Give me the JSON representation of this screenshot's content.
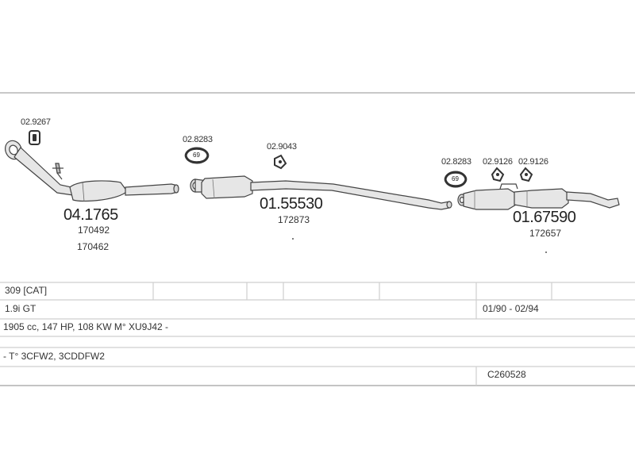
{
  "parts": {
    "catalytic_converter": {
      "number": "04.1765",
      "refs": [
        "170492",
        "170462"
      ]
    },
    "middle_silencer": {
      "number": "01.55530",
      "refs": [
        "172873"
      ]
    },
    "rear_silencer": {
      "number": "01.67590",
      "refs": [
        "172657"
      ]
    }
  },
  "mounts": {
    "m1": "02.9267",
    "m2": "02.8283",
    "m3": "02.9043",
    "m4": "02.8283",
    "m5": "02.9126",
    "m6": "02.9126"
  },
  "clamp_label": "69",
  "table": {
    "model": "309  [CAT]",
    "engine": "1.9i GT",
    "years": "01/90 - 02/94",
    "specs": "1905 cc, 147 HP, 108 KW M° XU9J42 -",
    "types": "- T° 3CFW2, 3CDDFW2",
    "code": "C260528"
  }
}
